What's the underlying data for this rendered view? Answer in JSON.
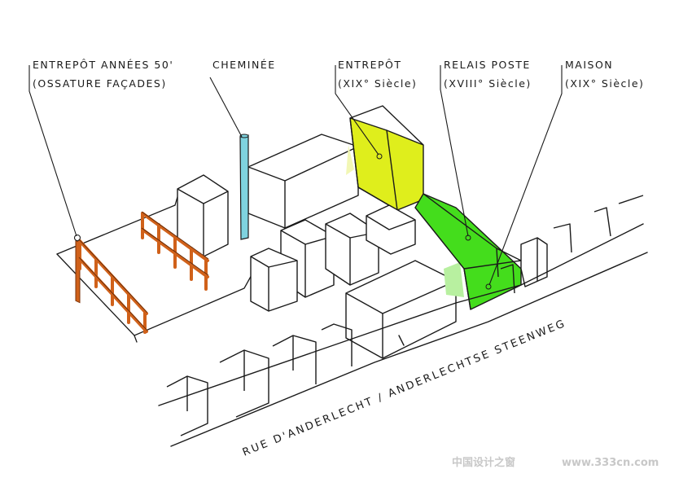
{
  "labels": {
    "entrepot_annees": {
      "line1": "ENTREPÔT ANNÉES 50'",
      "line2": "(OSSATURE FAÇADES)"
    },
    "cheminee": {
      "line1": "CHEMINÉE"
    },
    "entrepot_xix": {
      "line1": "ENTREPÔT",
      "line2": "(XIX° Siècle)"
    },
    "relais_poste": {
      "line1": "RELAIS POSTE",
      "line2": "(XVIII° Siècle)"
    },
    "maison": {
      "line1": "MAISON",
      "line2": "(XIX° Siècle)"
    }
  },
  "street_name": "RUE D'ANDERLECHT / ANDERLECHTSE STEENWEG",
  "watermark": {
    "cn": "中国设计之窗",
    "url": "www.333cn.com"
  },
  "colors": {
    "ink": "#1a1a1a",
    "facade_orange": "#d0611a",
    "chimney_cyan": "#7fd3df",
    "entrepot_yellow": "#dfee1c",
    "relais_green": "#44dd1c",
    "watermark": "#c8c8c8"
  }
}
